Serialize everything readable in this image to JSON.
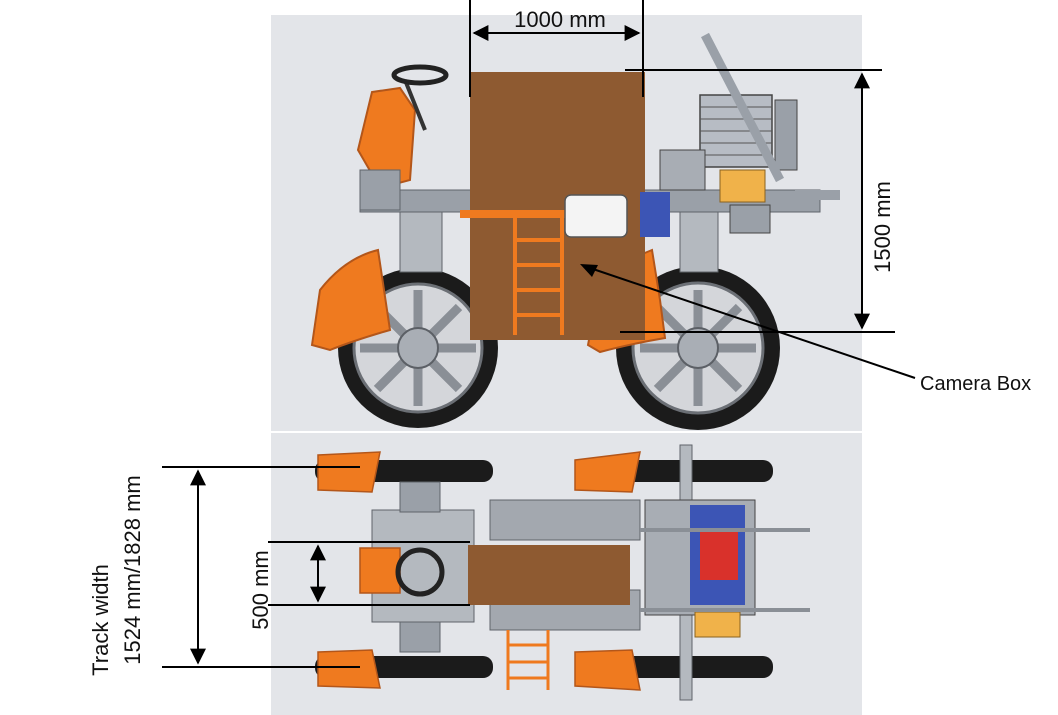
{
  "labels": {
    "width_top": "1000 mm",
    "height_side": "1500 mm",
    "camera_box": "Camera Box",
    "width_box_top": "500 mm",
    "track_width_line1": "Track width",
    "track_width_line2": "1524 mm/1828 mm"
  },
  "colors": {
    "panel_bg": "#e3e5e9",
    "camera_box": "#8e5a31",
    "fender": "#ef7a1f",
    "tire": "#1b1b1b",
    "metal": "#9aa0a8",
    "engine_blue": "#3c55b5",
    "engine_red": "#d9312b",
    "line": "#000000"
  }
}
